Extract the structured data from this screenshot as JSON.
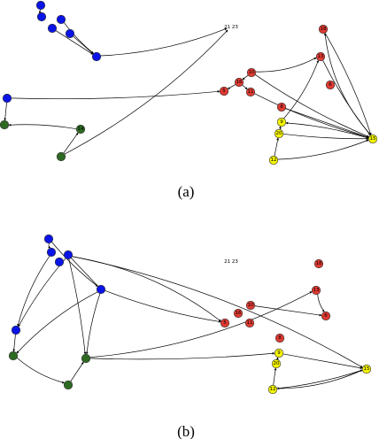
{
  "colors": {
    "blue": "#0a14e6",
    "red": "#e03a32",
    "green": "#2e6a22",
    "yellow": "#f6f600",
    "edge": "#000000"
  },
  "panels": [
    {
      "caption": "(a)",
      "nodes": [
        {
          "id": "a-b1",
          "color": "blue",
          "label": ""
        },
        {
          "id": "a-b2",
          "color": "blue",
          "label": ""
        },
        {
          "id": "a-b3",
          "color": "blue",
          "label": ""
        },
        {
          "id": "a-b4",
          "color": "blue",
          "label": ""
        },
        {
          "id": "a-b5",
          "color": "blue",
          "label": ""
        },
        {
          "id": "a-b6",
          "color": "blue",
          "label": ""
        },
        {
          "id": "a-b7",
          "color": "blue",
          "label": ""
        },
        {
          "id": "a-g1",
          "color": "green",
          "label": ""
        },
        {
          "id": "a-g2",
          "color": "green",
          "label": "14"
        },
        {
          "id": "a-g3",
          "color": "green",
          "label": ""
        },
        {
          "id": "a-iso",
          "color": "red",
          "label": "21 23"
        },
        {
          "id": "a-r18",
          "color": "red",
          "label": "18"
        },
        {
          "id": "a-r13",
          "color": "red",
          "label": "13"
        },
        {
          "id": "a-r6",
          "color": "red",
          "label": "6"
        },
        {
          "id": "a-r10",
          "color": "red",
          "label": "10"
        },
        {
          "id": "a-r16",
          "color": "red",
          "label": "16"
        },
        {
          "id": "a-r5",
          "color": "red",
          "label": "5"
        },
        {
          "id": "a-r11",
          "color": "red",
          "label": "11"
        },
        {
          "id": "a-r8",
          "color": "red",
          "label": "8"
        },
        {
          "id": "a-y9",
          "color": "yellow",
          "label": "9"
        },
        {
          "id": "a-y20",
          "color": "yellow",
          "label": "20"
        },
        {
          "id": "a-y12",
          "color": "yellow",
          "label": "12"
        },
        {
          "id": "a-y15",
          "color": "yellow",
          "label": "15"
        }
      ]
    },
    {
      "caption": "(b)",
      "nodes": [
        {
          "id": "b-b1",
          "color": "blue",
          "label": ""
        },
        {
          "id": "b-b2",
          "color": "blue",
          "label": ""
        },
        {
          "id": "b-b3",
          "color": "blue",
          "label": ""
        },
        {
          "id": "b-b4",
          "color": "blue",
          "label": ""
        },
        {
          "id": "b-b5",
          "color": "blue",
          "label": ""
        },
        {
          "id": "b-b6",
          "color": "blue",
          "label": ""
        },
        {
          "id": "b-g1",
          "color": "green",
          "label": ""
        },
        {
          "id": "b-g2",
          "color": "green",
          "label": ""
        },
        {
          "id": "b-g3",
          "color": "green",
          "label": ""
        },
        {
          "id": "b-iso",
          "color": "red",
          "label": "21 23"
        },
        {
          "id": "b-r18",
          "color": "red",
          "label": "18"
        },
        {
          "id": "b-r13",
          "color": "red",
          "label": "13"
        },
        {
          "id": "b-r10",
          "color": "red",
          "label": "10"
        },
        {
          "id": "b-r6",
          "color": "red",
          "label": "6"
        },
        {
          "id": "b-r16",
          "color": "red",
          "label": "16"
        },
        {
          "id": "b-r5",
          "color": "red",
          "label": "5"
        },
        {
          "id": "b-r11",
          "color": "red",
          "label": "11"
        },
        {
          "id": "b-r8",
          "color": "red",
          "label": "8"
        },
        {
          "id": "b-y9",
          "color": "yellow",
          "label": "9"
        },
        {
          "id": "b-y20",
          "color": "yellow",
          "label": "20"
        },
        {
          "id": "b-y12",
          "color": "yellow",
          "label": "12"
        },
        {
          "id": "b-y15",
          "color": "yellow",
          "label": "15"
        }
      ]
    }
  ]
}
